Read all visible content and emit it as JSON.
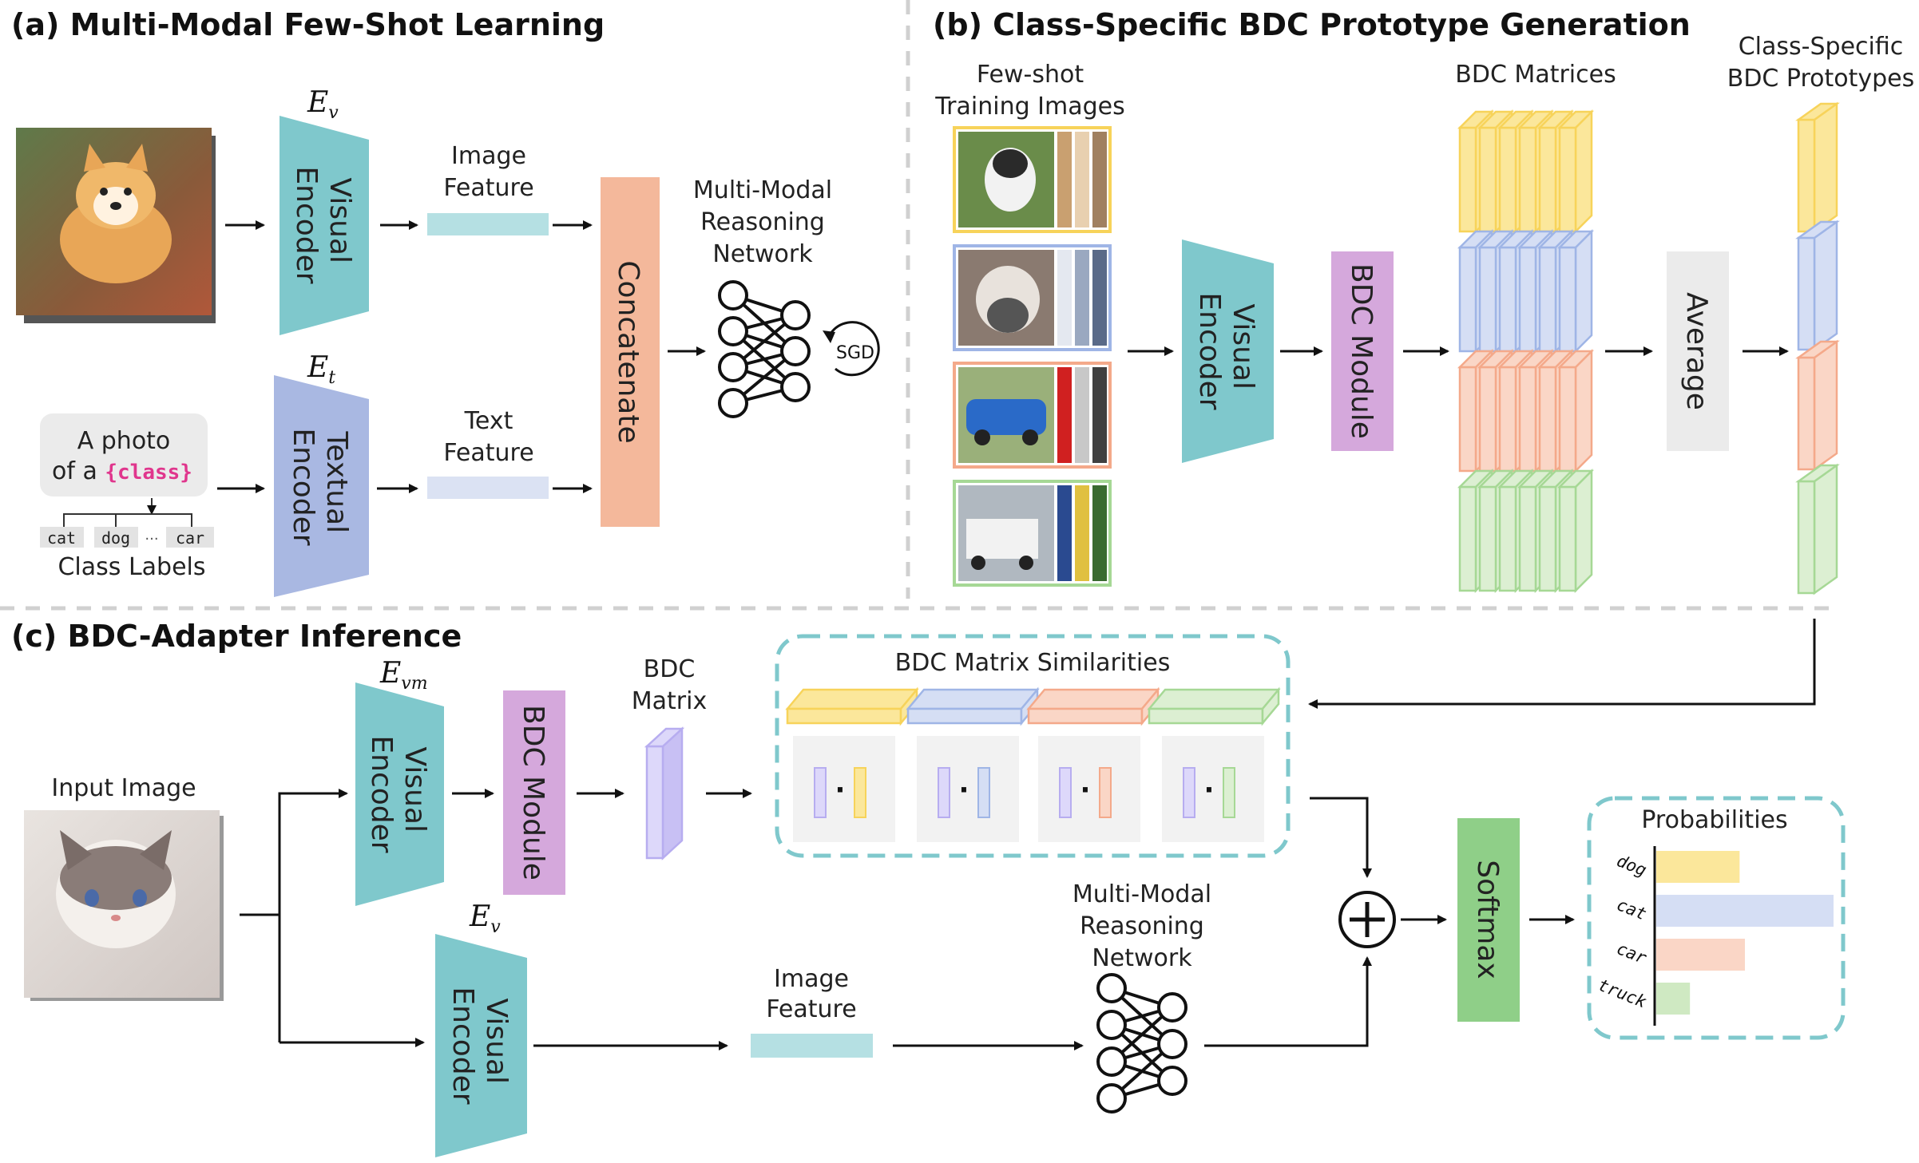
{
  "sections": {
    "a_title": "(a) Multi-Modal Few-Shot Learning",
    "b_title": "(b) Class-Specific BDC Prototype Generation",
    "c_title": "(c) BDC-Adapter Inference"
  },
  "panel_a": {
    "ev_symbol": "E",
    "ev_sub": "v",
    "et_symbol": "E",
    "et_sub": "t",
    "visual_encoder": [
      "Visual",
      "Encoder"
    ],
    "textual_encoder": [
      "Textual",
      "Encoder"
    ],
    "image_feature": [
      "Image",
      "Feature"
    ],
    "text_feature": [
      "Text",
      "Feature"
    ],
    "concatenate": "Concatenate",
    "network": [
      "Multi-Modal",
      "Reasoning",
      "Network"
    ],
    "sgd": "SGD",
    "prompt_line1": "A photo",
    "prompt_line2": "of a ",
    "prompt_class": "{class}",
    "class_labels": [
      "cat",
      "dog",
      "···",
      "car"
    ],
    "class_labels_caption": "Class Labels"
  },
  "panel_b": {
    "few_shot": [
      "Few-shot",
      "Training Images"
    ],
    "bdc_matrices": "BDC Matrices",
    "prototypes": [
      "Class-Specific",
      "BDC Prototypes"
    ],
    "visual_encoder": [
      "Visual",
      "Encoder"
    ],
    "bdc_module": "BDC Module",
    "average": "Average"
  },
  "panel_c": {
    "evm_symbol": "E",
    "evm_sub": "vm",
    "ev_symbol": "E",
    "ev_sub": "v",
    "input_image": "Input Image",
    "visual_encoder": [
      "Visual",
      "Encoder"
    ],
    "bdc_module": "BDC Module",
    "bdc_matrix": [
      "BDC",
      "Matrix"
    ],
    "similarities": "BDC Matrix Similarities",
    "image_feature": [
      "Image",
      "Feature"
    ],
    "network": [
      "Multi-Modal",
      "Reasoning",
      "Network"
    ],
    "plus": "+",
    "softmax": "Softmax",
    "probabilities": "Probabilities",
    "dot": "·"
  },
  "chart_data": {
    "type": "bar",
    "title": "Probabilities",
    "categories": [
      "dog",
      "cat",
      "car",
      "truck"
    ],
    "values": [
      0.47,
      1.0,
      0.5,
      0.19
    ],
    "colors": [
      "#fbe79b",
      "#d5def4",
      "#fad6c6",
      "#cfe9c2"
    ]
  },
  "colors": {
    "teal": "#7fc8cc",
    "lavender": "#a9b8e2",
    "orange": "#f4b89b",
    "purple": "#d5a8dc",
    "green": "#8fcf88",
    "yellow": "#f7d35a",
    "blue": "#9fb5e6",
    "salmon": "#f4a98a",
    "lightgreen": "#a6d895",
    "dashed": "#7fc8cc"
  }
}
